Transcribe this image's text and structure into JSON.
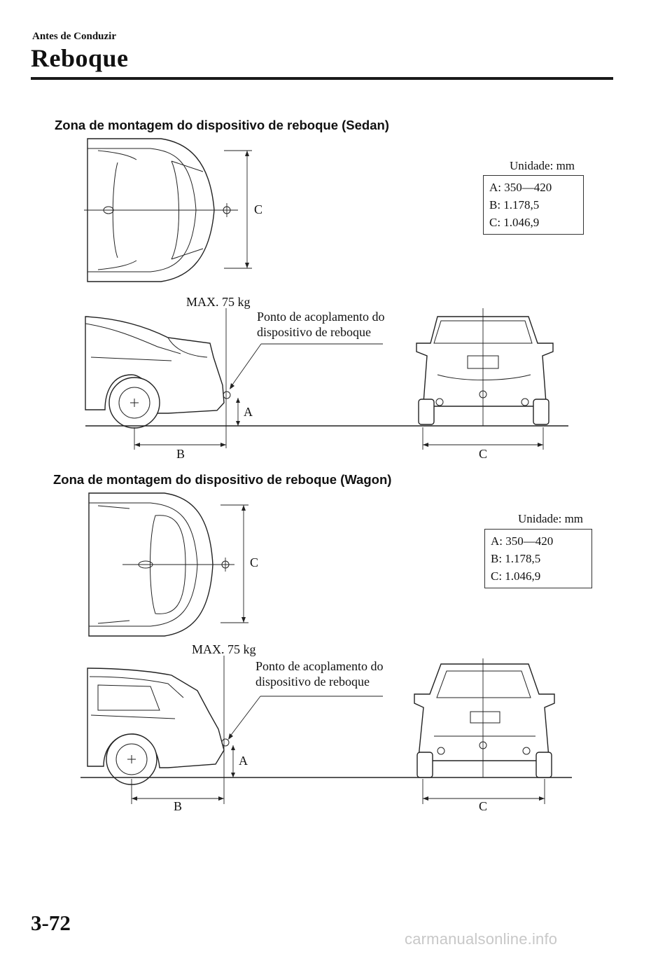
{
  "header": {
    "section": "Antes de Conduzir",
    "title": "Reboque"
  },
  "diagrams": [
    {
      "heading": "Zona de montagem do dispositivo de reboque (Sedan)",
      "unit": "Unidade: mm",
      "specs": [
        "A: 350—420",
        "B: 1.178,5",
        "C: 1.046,9"
      ],
      "max_load": "MAX. 75 kg",
      "coupling_point": [
        "Ponto de acoplamento do",
        "dispositivo de reboque"
      ],
      "labels": {
        "a": "A",
        "b": "B",
        "c_top": "C",
        "c_rear": "C"
      }
    },
    {
      "heading": "Zona de montagem do dispositivo de reboque (Wagon)",
      "unit": "Unidade: mm",
      "specs": [
        "A: 350—420",
        "B: 1.178,5",
        "C: 1.046,9"
      ],
      "max_load": "MAX. 75 kg",
      "coupling_point": [
        "Ponto de acoplamento do",
        "dispositivo de reboque"
      ],
      "labels": {
        "a": "A",
        "b": "B",
        "c_top": "C",
        "c_rear": "C"
      }
    }
  ],
  "page_number": "3-72",
  "footer": "carmanualsonline.info"
}
